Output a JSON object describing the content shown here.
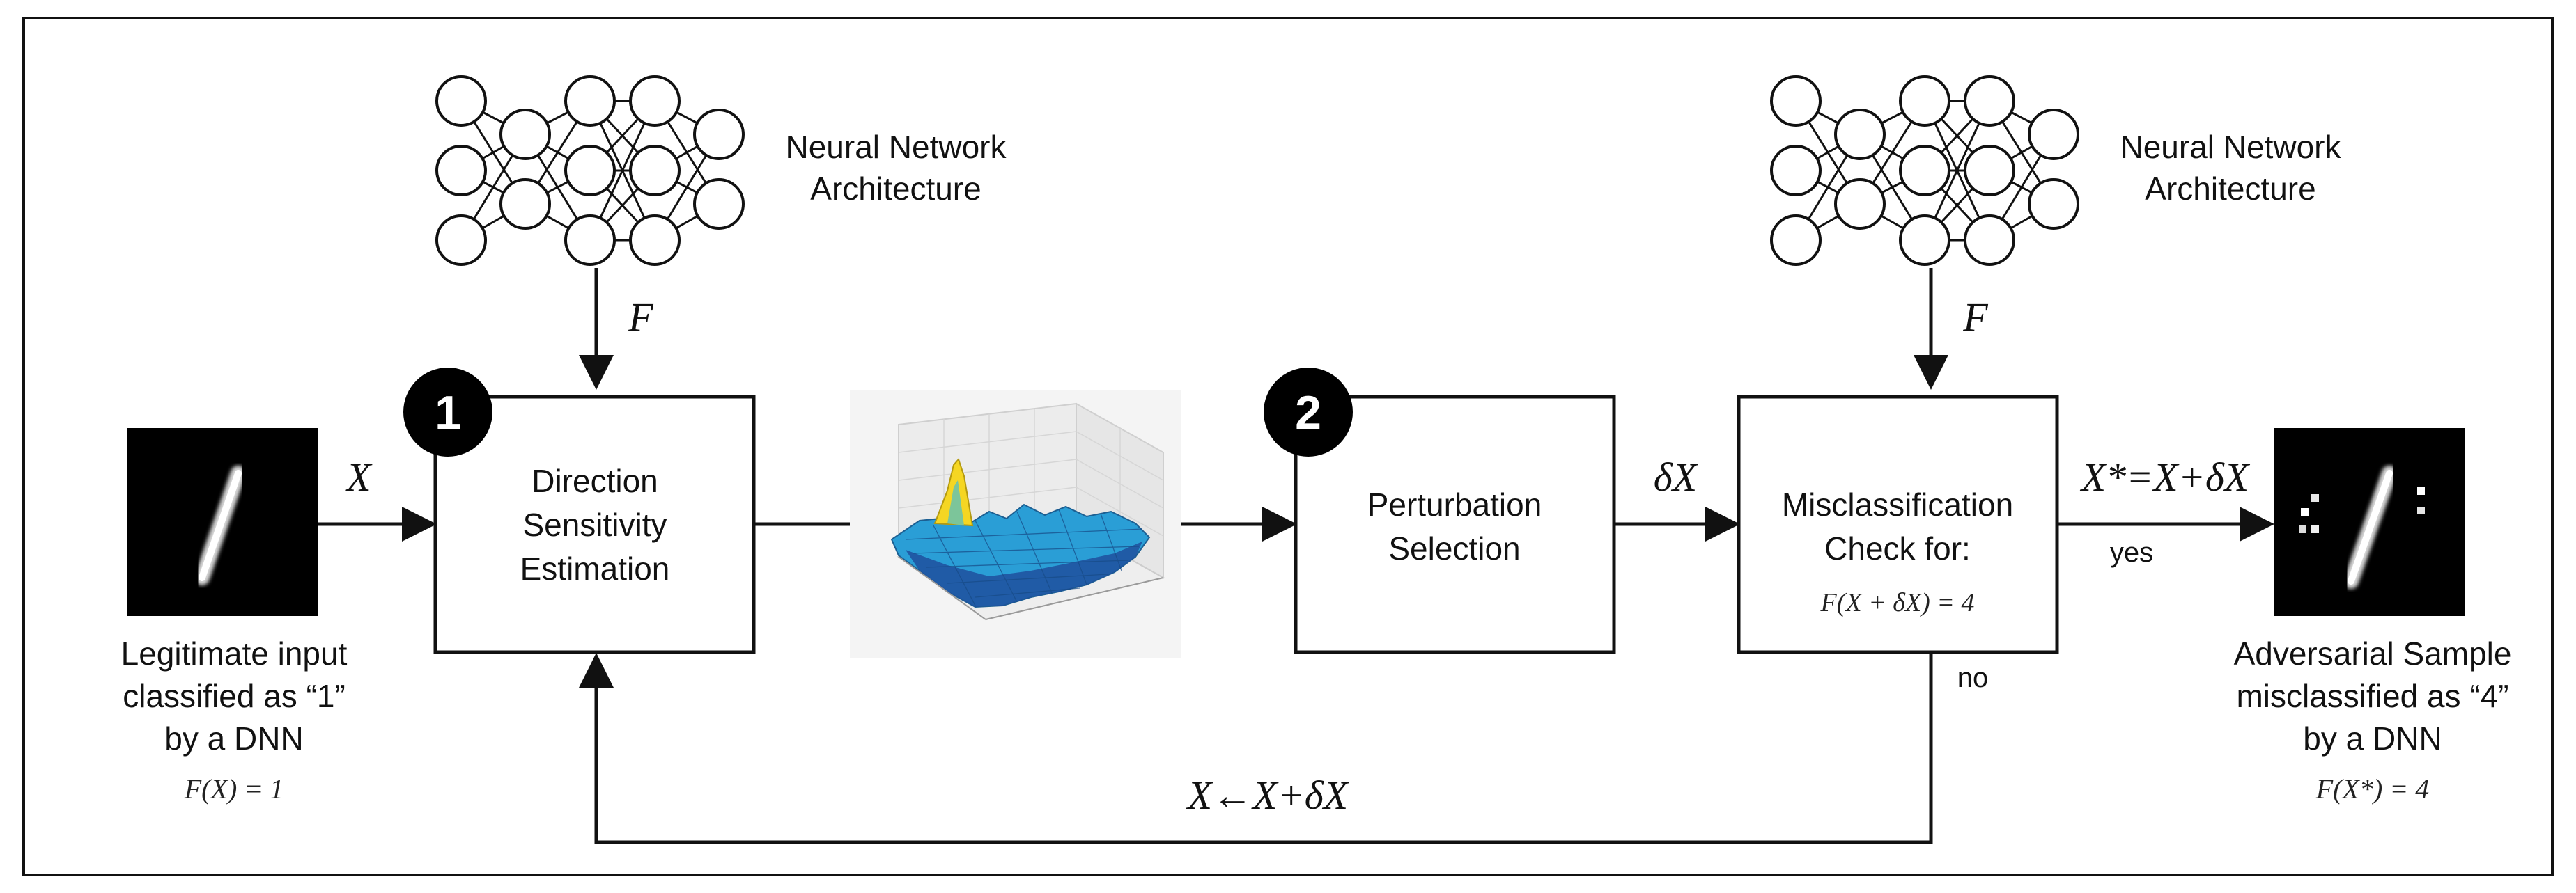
{
  "nn_left": {
    "label_line1": "Neural Network",
    "label_line2": "Architecture"
  },
  "nn_right": {
    "label_line1": "Neural Network",
    "label_line2": "Architecture"
  },
  "label_F_left": "F",
  "label_F_right": "F",
  "input": {
    "label_line1": "Legitimate input",
    "label_line2": "classified as “1”",
    "label_line3": "by a DNN",
    "formula": "F(X) = 1"
  },
  "label_X": "X",
  "box1": {
    "badge": "1",
    "line1": "Direction",
    "line2": "Sensitivity",
    "line3": "Estimation"
  },
  "box2": {
    "badge": "2",
    "line1": "Perturbation",
    "line2": "Selection"
  },
  "label_deltaX": "δX",
  "box3": {
    "line1": "Misclassification",
    "line2": "Check for:",
    "formula": "F(X + δX) = 4"
  },
  "label_output_eq": "X*=X+δX",
  "label_yes": "yes",
  "label_no": "no",
  "label_feedback": "X←X+δX",
  "output": {
    "label_line1": "Adversarial Sample",
    "label_line2": "misclassified as “4”",
    "label_line3": "by a DNN",
    "formula": "F(X*) = 4"
  },
  "colors": {
    "surface_high": "#f5d623",
    "surface_mid": "#2a9ed6",
    "surface_low": "#1f4f9e",
    "digit_bg": "#000000"
  }
}
